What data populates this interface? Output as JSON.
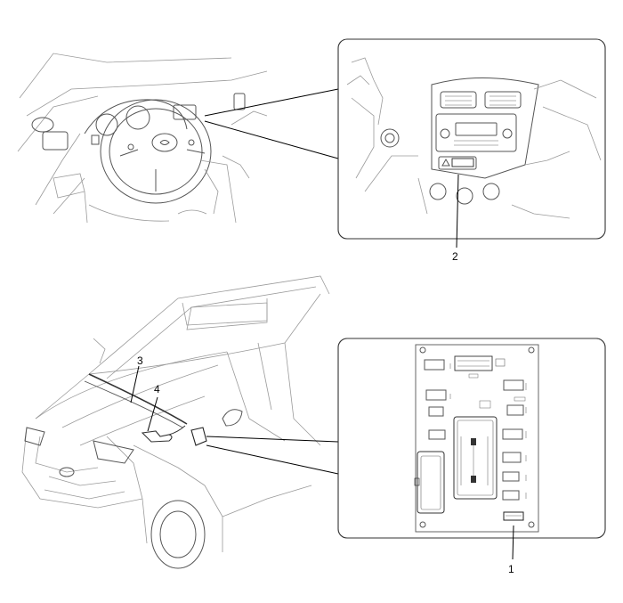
{
  "callouts": {
    "c1": "1",
    "c2": "2",
    "c3": "3",
    "c4": "4"
  },
  "colors": {
    "line": "#9a9a9a",
    "frame": "#333333",
    "callout": "#000000"
  }
}
